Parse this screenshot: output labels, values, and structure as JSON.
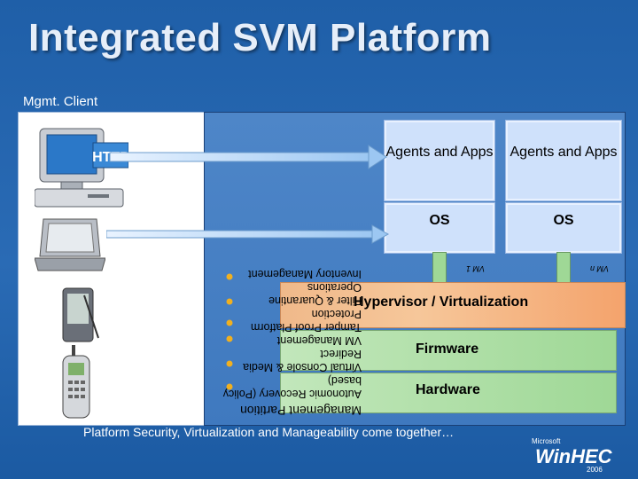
{
  "title": "Integrated SVM Platform",
  "mgmt_label": "Mgmt. Client",
  "http_label": "HTTP",
  "vms": [
    {
      "apps": "Agents and Apps",
      "os": "OS",
      "label": "VM 1"
    },
    {
      "apps": "Agents and Apps",
      "os": "OS",
      "label": "VM n"
    }
  ],
  "layers": {
    "hypervisor": "Hypervisor / Virtualization",
    "firmware": "Firmware",
    "hardware": "Hardware"
  },
  "mirrored_heading": "Management Partition",
  "mirrored_items": [
    "Inventory Management",
    "Filter & Quarantine Operations",
    "Tamper Proof Platform Protection",
    "VM Management",
    "Virtual Console & Media Redirect",
    "Autonomic Recovery (Policy based)"
  ],
  "footer": "Platform Security, Virtualization and Manageability come together…",
  "logo": {
    "brand": "Microsoft",
    "name": "WinHEC",
    "year": "2006"
  },
  "colors": {
    "accent_blue": "#2a6bb5",
    "hypervisor": "#f6c79a",
    "layer_green": "#a8dca0",
    "vm_box": "#cfe1fb"
  }
}
